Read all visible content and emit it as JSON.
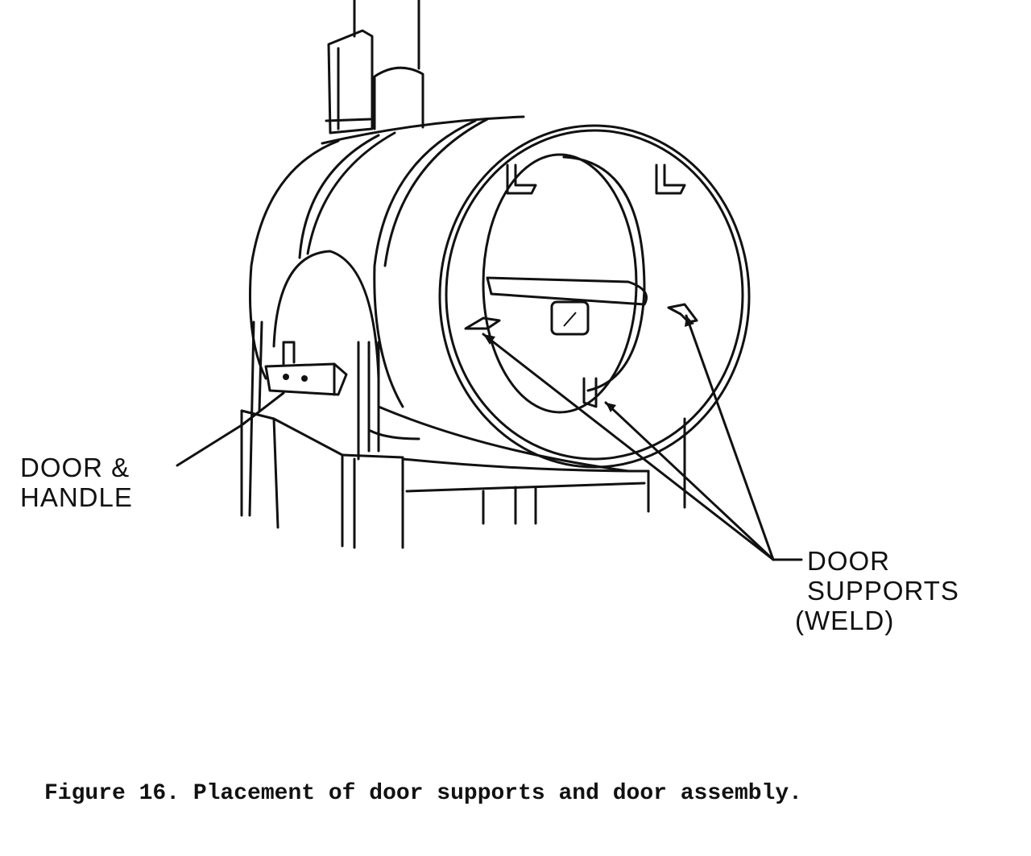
{
  "labels": {
    "door_handle_line1": "DOOR &",
    "door_handle_line2": "HANDLE",
    "door_supports_line1": "DOOR",
    "door_supports_line2": "SUPPORTS",
    "door_supports_line3": "(WELD)"
  },
  "caption": "Figure 16. Placement of door supports and door assembly."
}
